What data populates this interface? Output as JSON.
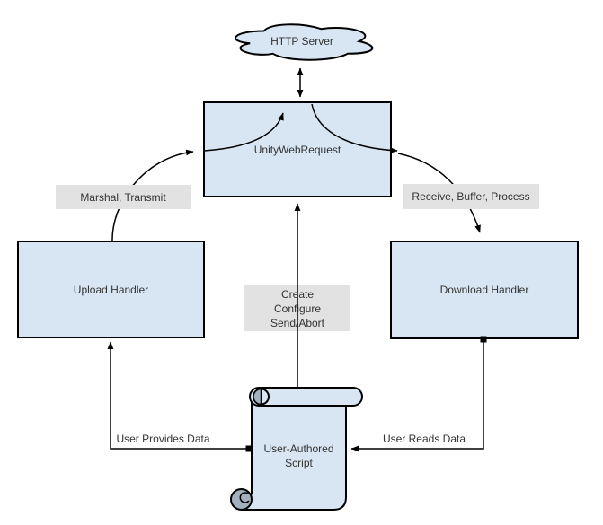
{
  "diagram": {
    "nodes": {
      "http_server": {
        "label": "HTTP Server"
      },
      "unity_web_request": {
        "label": "UnityWebRequest"
      },
      "upload_handler": {
        "label": "Upload Handler"
      },
      "download_handler": {
        "label": "Download Handler"
      },
      "user_script": {
        "line1": "User-Authored",
        "line2": "Script"
      }
    },
    "edge_labels": {
      "marshal_transmit": "Marshal, Transmit",
      "receive_buffer_process": "Receive, Buffer, Process",
      "create": "Create",
      "configure": "Configure",
      "send_abort": "Send/Abort",
      "user_provides_data": "User Provides Data",
      "user_reads_data": "User Reads Data"
    },
    "colors": {
      "node_fill": "#d8e6f3",
      "node_stroke": "#000000",
      "label_bg": "#e2e2e2",
      "text_color": "#333333",
      "curl_shade": "#a3b0bd",
      "background": "#ffffff"
    }
  }
}
